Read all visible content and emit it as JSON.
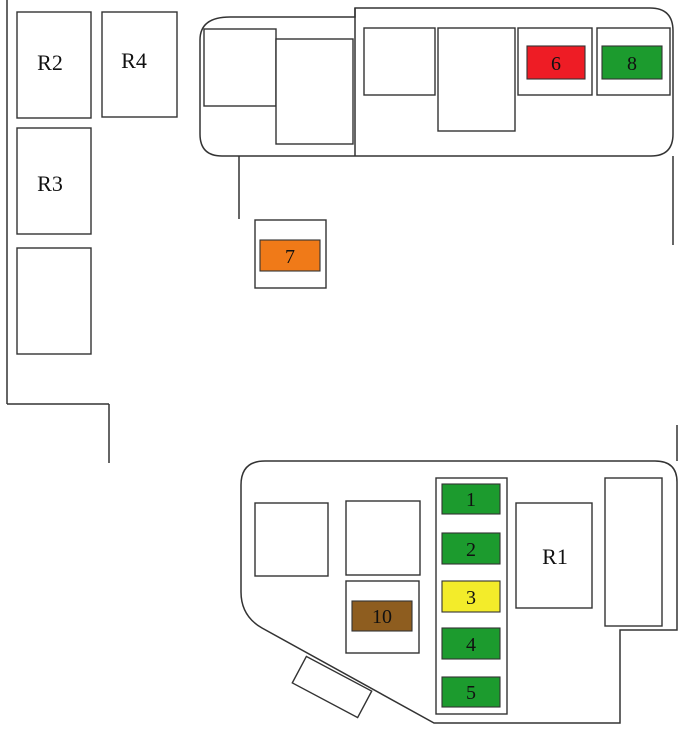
{
  "relays": {
    "r1": "R1",
    "r2": "R2",
    "r3": "R3",
    "r4": "R4"
  },
  "fuses": [
    {
      "label": "1",
      "color": "#1c9b2e"
    },
    {
      "label": "2",
      "color": "#1c9b2e"
    },
    {
      "label": "3",
      "color": "#f3ec2a"
    },
    {
      "label": "4",
      "color": "#1c9b2e"
    },
    {
      "label": "5",
      "color": "#1c9b2e"
    },
    {
      "label": "6",
      "color": "#ee1c25"
    },
    {
      "label": "7",
      "color": "#f07a18"
    },
    {
      "label": "8",
      "color": "#1c9b2e"
    },
    {
      "label": "10",
      "color": "#8e5d1f"
    }
  ]
}
